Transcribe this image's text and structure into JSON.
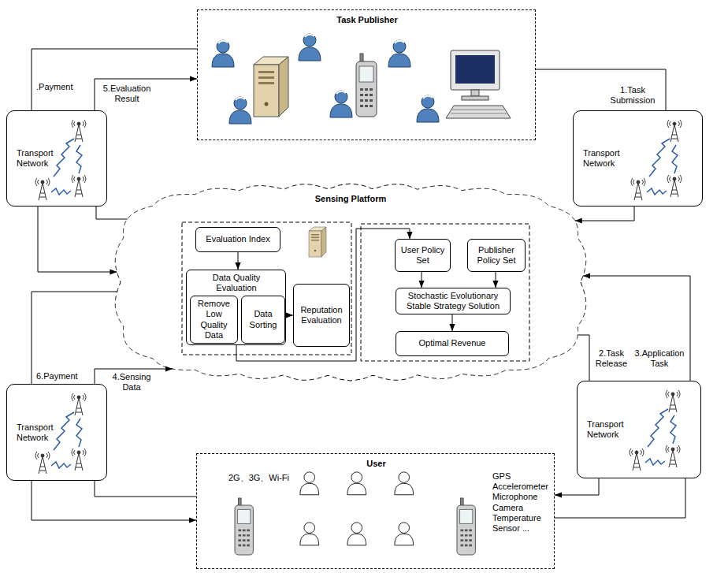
{
  "diagram": {
    "nodes": [
      {
        "text": [
          "Task Publisher"
        ]
      },
      {
        "text": [
          "Transport Network"
        ]
      },
      {
        "text": [
          "Transport Network"
        ]
      },
      {
        "text": [
          "Sensing Platform"
        ]
      },
      {
        "text": [
          "Evaluation Index"
        ],
        "in": 3
      },
      {
        "text": [
          "Data Quality Evaluation"
        ],
        "in": 3
      },
      {
        "text": [
          "Remove Low Quality Data"
        ],
        "in": 5
      },
      {
        "text": [
          "Data Sorting"
        ],
        "in": 5
      },
      {
        "text": [
          "Reputation Evaluation"
        ],
        "in": 3
      },
      {
        "text": [
          "User Policy Set"
        ],
        "in": 3
      },
      {
        "text": [
          "Publisher Policy Set"
        ],
        "in": 3
      },
      {
        "text": [
          "Stochastic Evolutionary Stable Strategy Solution"
        ],
        "in": 3
      },
      {
        "text": [
          "Optimal Revenue"
        ],
        "in": 3
      },
      {
        "text": [
          "Transport Network"
        ]
      },
      {
        "text": [
          "Transport Network"
        ]
      },
      {
        "text": [
          "User",
          "2G、3G、Wi-Fi",
          "GPS Accelerometer Microphone Camera Temperature Sensor ..."
        ]
      }
    ],
    "edges": [
      {
        "from": 0,
        "to": 2,
        "arrow": "none",
        "label": "1.Task Submission"
      },
      {
        "from": 2,
        "to": 3,
        "arrow": "to"
      },
      {
        "from": 3,
        "to": 14,
        "arrow": "none",
        "label": "2.Task Release"
      },
      {
        "from": 14,
        "to": 15,
        "arrow": "to"
      },
      {
        "from": 15,
        "to": 14,
        "arrow": "none"
      },
      {
        "from": 14,
        "to": 3,
        "arrow": "to",
        "label": "3.Application Task"
      },
      {
        "from": 15,
        "to": 13,
        "arrow": "none"
      },
      {
        "from": 13,
        "to": 3,
        "arrow": "to",
        "label": "4.Sensing Data"
      },
      {
        "from": 3,
        "to": 13,
        "arrow": "none",
        "label": "6.Payment"
      },
      {
        "from": 13,
        "to": 15,
        "arrow": "to"
      },
      {
        "from": 3,
        "to": 1,
        "arrow": "none"
      },
      {
        "from": 1,
        "to": 0,
        "arrow": "to",
        "label": "5.Evaluation Result"
      },
      {
        "from": 0,
        "to": 1,
        "arrow": "none",
        "label": ".Payment"
      },
      {
        "from": 1,
        "to": 3,
        "arrow": "to"
      },
      {
        "from": 4,
        "to": 5,
        "arrow": "to"
      },
      {
        "from": 5,
        "to": 8,
        "arrow": "to"
      },
      {
        "from": 5,
        "to": 9,
        "arrow": "to"
      },
      {
        "from": 9,
        "to": 11,
        "arrow": "to"
      },
      {
        "from": 10,
        "to": 11,
        "arrow": "to"
      },
      {
        "from": 11,
        "to": 12,
        "arrow": "to"
      }
    ]
  }
}
